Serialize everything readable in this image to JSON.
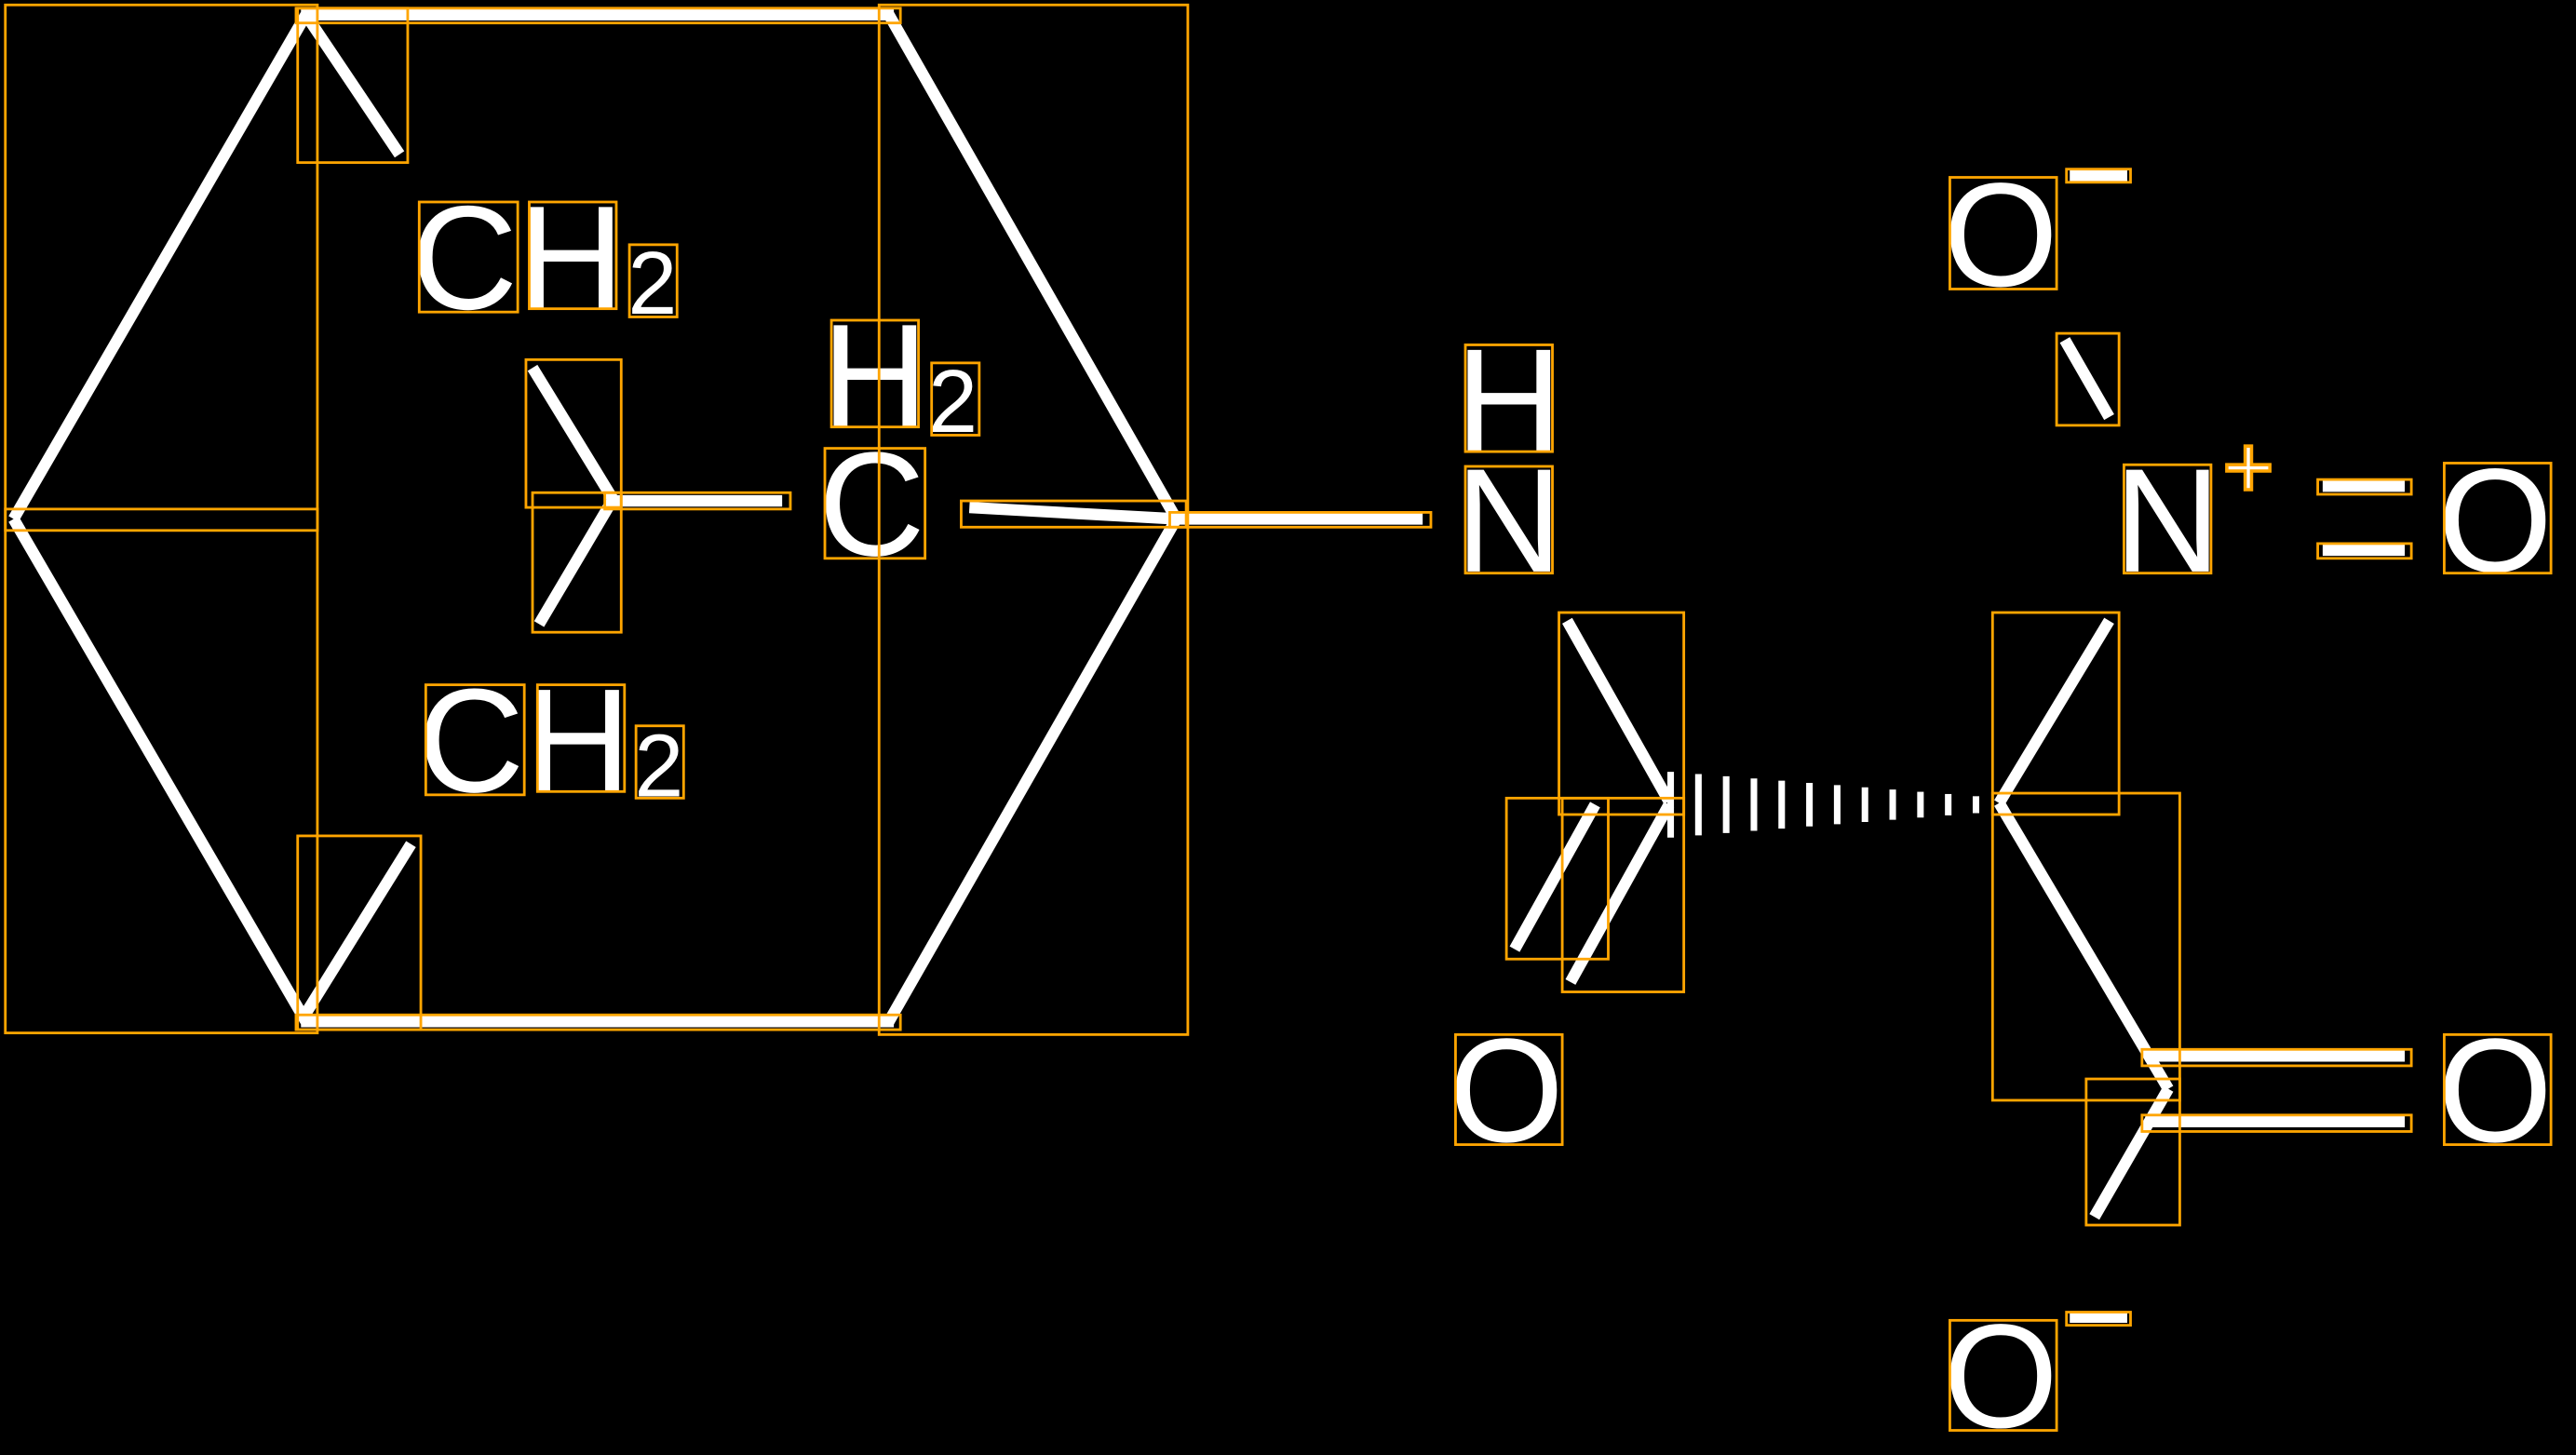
{
  "diagram": {
    "type": "chemical-structure",
    "colors": {
      "background": "#000000",
      "bonds": "#ffffff",
      "annotation_boxes": "#ffa500"
    },
    "left_molecule": {
      "ch2_top": {
        "main": "CH",
        "sub": "2"
      },
      "ch2_bottom": {
        "main": "CH",
        "sub": "2"
      },
      "h2c": {
        "h": "H",
        "sub": "2",
        "c": "C"
      }
    },
    "right_molecule": {
      "nh": {
        "h": "H",
        "n": "N"
      },
      "o_ring": "O",
      "o_carbonyl": "O",
      "o_minus_bottom": "O",
      "nitro": {
        "o_minus": "O",
        "n": "N",
        "o_double": "O"
      },
      "charges": {
        "minus": "−",
        "plus": "+"
      }
    }
  }
}
